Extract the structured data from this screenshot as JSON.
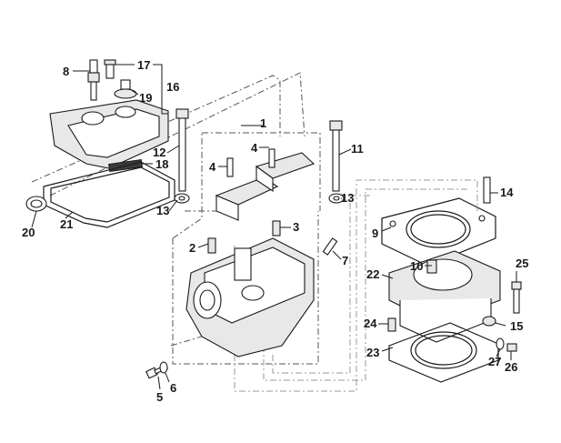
{
  "callouts": {
    "c1": "1",
    "c2": "2",
    "c3": "3",
    "c4a": "4",
    "c4b": "4",
    "c5": "5",
    "c6": "6",
    "c7": "7",
    "c8": "8",
    "c9": "9",
    "c10": "10",
    "c11": "11",
    "c12": "12",
    "c13a": "13",
    "c13b": "13",
    "c14": "14",
    "c15": "15",
    "c16": "16",
    "c17": "17",
    "c18": "18",
    "c19": "19",
    "c20": "20",
    "c21": "21",
    "c22": "22",
    "c23": "23",
    "c24": "24",
    "c25": "25",
    "c26": "26",
    "c27": "27"
  },
  "colors": {
    "ink": "#1a1a1a",
    "phantom": "#555555",
    "ghost": "#9a9a9a",
    "background": "#ffffff"
  }
}
